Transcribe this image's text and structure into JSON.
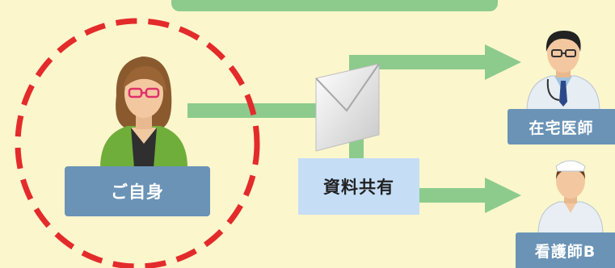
{
  "nodes": {
    "self": {
      "label": "ご自身",
      "icon": "woman-with-glasses-icon"
    },
    "doctor": {
      "label": "在宅医師",
      "icon": "doctor-icon"
    },
    "nurse": {
      "label": "看護師B",
      "icon": "nurse-icon"
    }
  },
  "share": {
    "label": "資料共有",
    "icon": "envelope-icon"
  },
  "colors": {
    "background": "#fcf6cc",
    "connector": "#8ccb8c",
    "label_box": "#6a93b6",
    "share_box": "#c5def6",
    "dashed_circle": "#e32b2b"
  }
}
